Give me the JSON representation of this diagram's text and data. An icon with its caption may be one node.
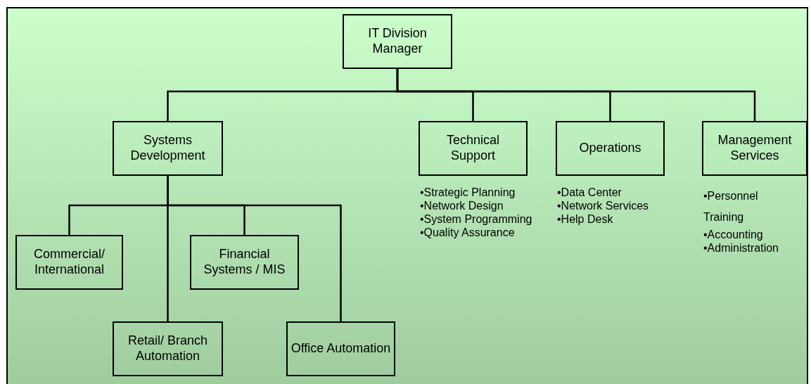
{
  "diagram": {
    "nodes": [
      {
        "text": [
          "IT Division Manager"
        ]
      },
      {
        "text": [
          "Systems Development"
        ]
      },
      {
        "text": [
          "Technical Support"
        ],
        "beside": [
          "•Strategic Planning",
          "•Network Design",
          "•System Programming",
          "•Quality Assurance"
        ]
      },
      {
        "text": [
          "Operations"
        ],
        "beside": [
          "•Data Center",
          "•Network Services",
          "•Help Desk"
        ]
      },
      {
        "text": [
          "Management Services"
        ],
        "beside": [
          "•Personnel Training",
          "•Accounting",
          "•Administration"
        ]
      },
      {
        "text": [
          "Commercial/ International"
        ]
      },
      {
        "text": [
          "Financial Systems / MIS"
        ]
      },
      {
        "text": [
          "Retail/ Branch Automation"
        ]
      },
      {
        "text": [
          "Office Automation"
        ]
      }
    ],
    "edges": [
      {
        "from": 0,
        "to": 1,
        "arrow": "none"
      },
      {
        "from": 0,
        "to": 2,
        "arrow": "none"
      },
      {
        "from": 0,
        "to": 3,
        "arrow": "none"
      },
      {
        "from": 0,
        "to": 4,
        "arrow": "none"
      },
      {
        "from": 1,
        "to": 5,
        "arrow": "none"
      },
      {
        "from": 1,
        "to": 6,
        "arrow": "none"
      },
      {
        "from": 1,
        "to": 7,
        "arrow": "none"
      },
      {
        "from": 1,
        "to": 8,
        "arrow": "none"
      }
    ]
  }
}
